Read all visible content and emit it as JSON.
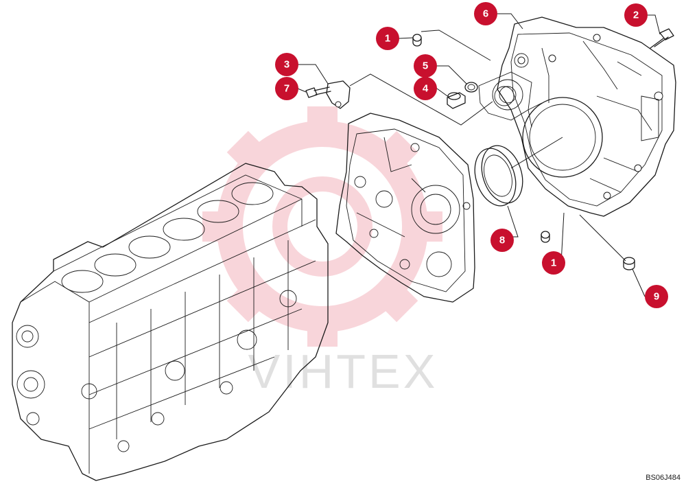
{
  "watermark": {
    "text": "VIHTEX",
    "gear_color": "#f4b4bc",
    "text_color": "#c7c7c7"
  },
  "callout_color": "#c8102e",
  "callouts": [
    {
      "id": "callout-1-top",
      "label": "1"
    },
    {
      "id": "callout-2",
      "label": "2"
    },
    {
      "id": "callout-3",
      "label": "3"
    },
    {
      "id": "callout-4",
      "label": "4"
    },
    {
      "id": "callout-5",
      "label": "5"
    },
    {
      "id": "callout-6",
      "label": "6"
    },
    {
      "id": "callout-7",
      "label": "7"
    },
    {
      "id": "callout-8",
      "label": "8"
    },
    {
      "id": "callout-1-bottom",
      "label": "1"
    },
    {
      "id": "callout-9",
      "label": "9"
    }
  ],
  "figure_code": "BS06J484"
}
